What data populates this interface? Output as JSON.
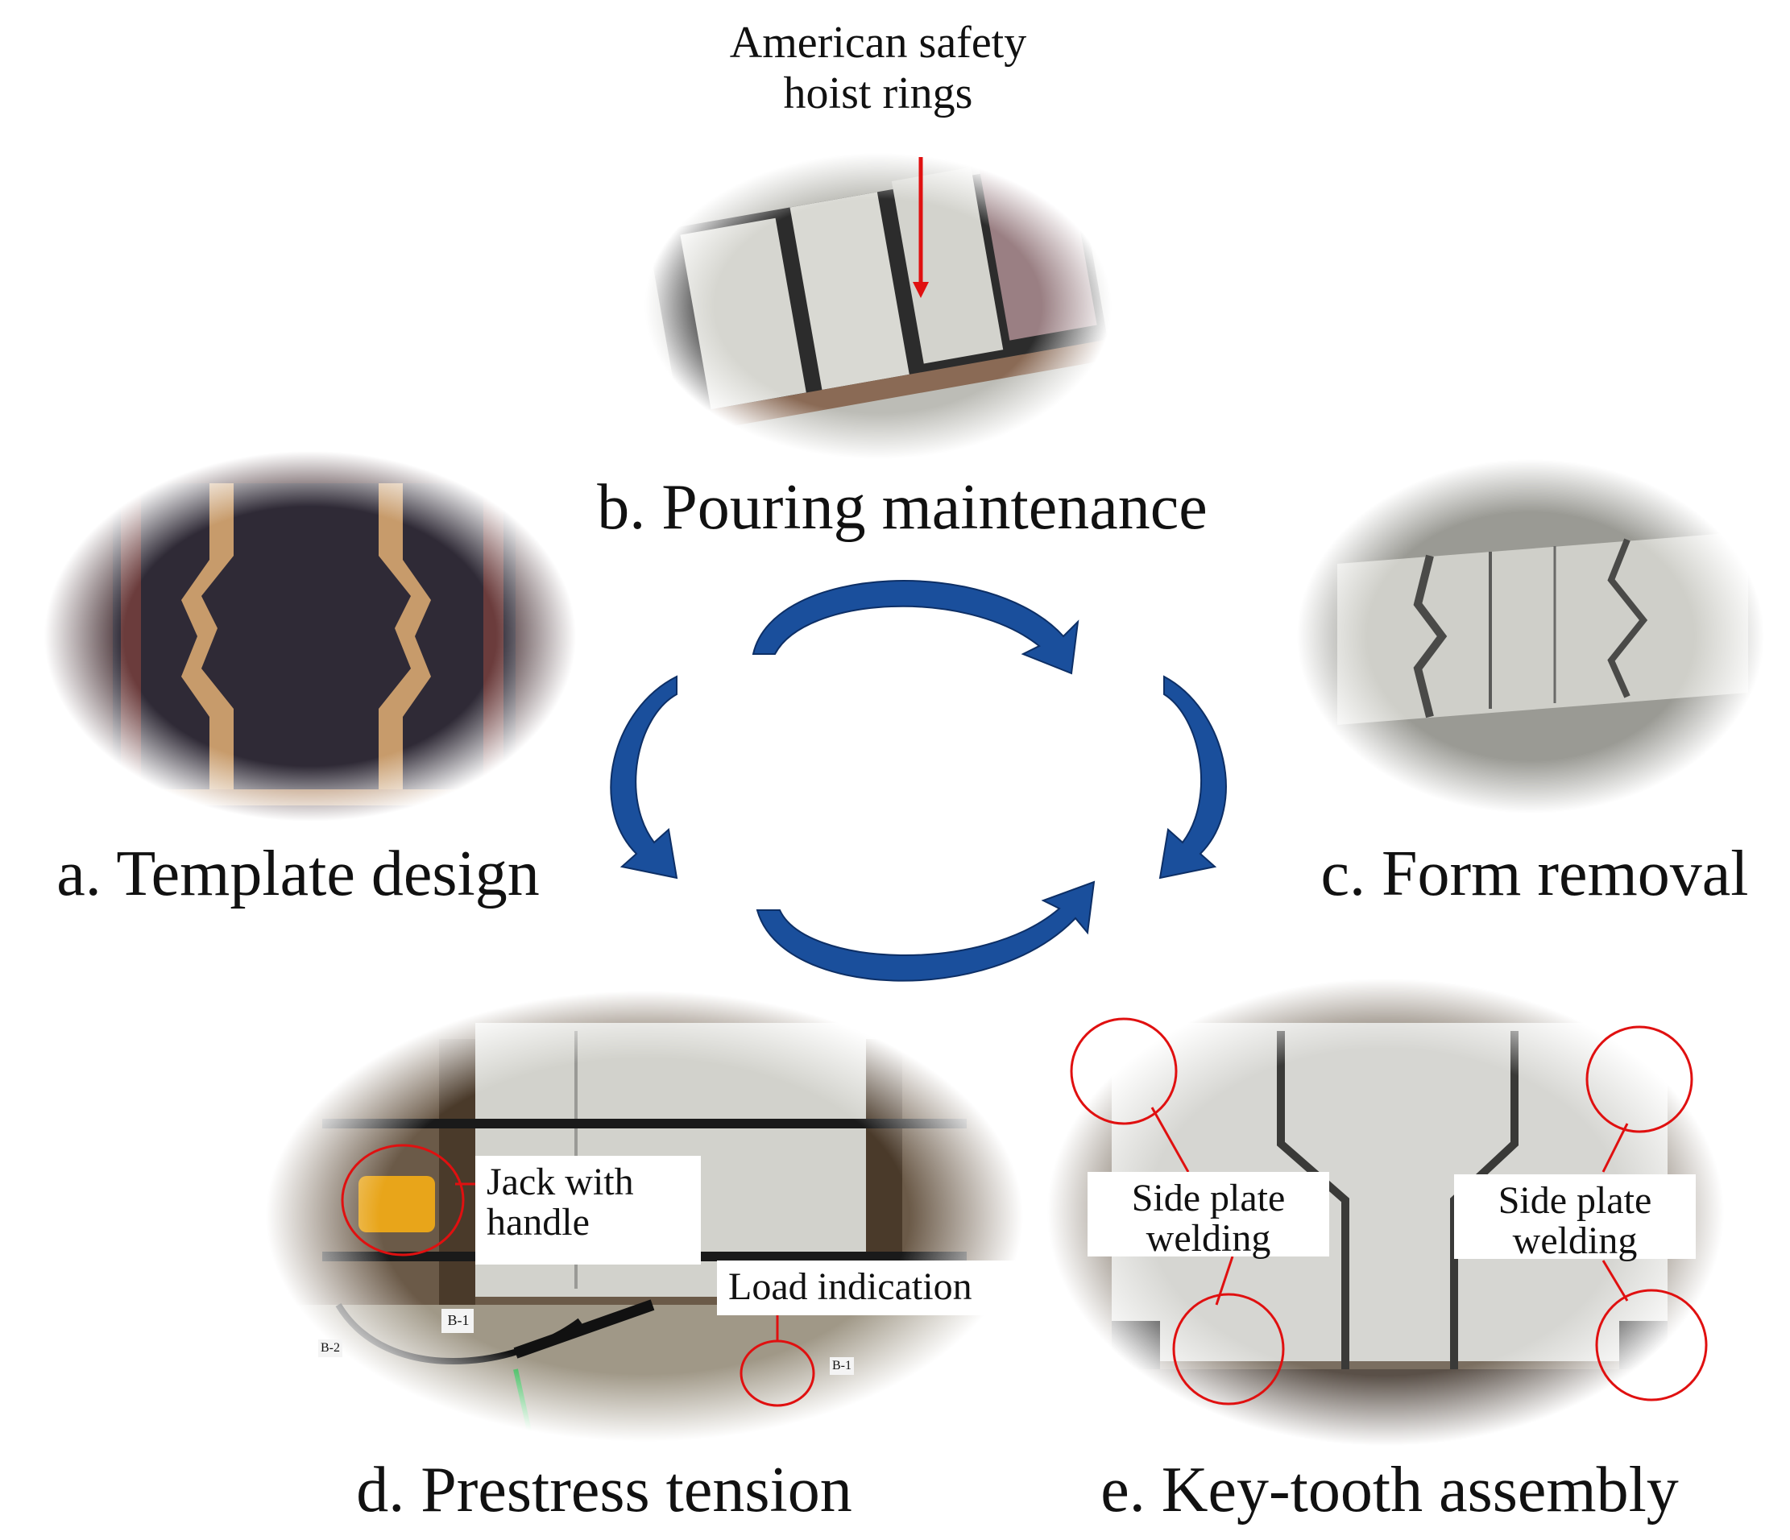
{
  "steps": {
    "a": {
      "label": "a. Template design"
    },
    "b": {
      "label": "b. Pouring maintenance",
      "callout_line1": "American safety",
      "callout_line2": "hoist rings"
    },
    "c": {
      "label": "c. Form removal"
    },
    "d": {
      "label": "d. Prestress tension",
      "callout_jack_line1": "Jack with",
      "callout_jack_line2": "handle",
      "callout_load": "Load indication"
    },
    "e": {
      "label": "e. Key-tooth assembly",
      "callout_left_line1": "Side plate",
      "callout_left_line2": "welding",
      "callout_right_line1": "Side plate",
      "callout_right_line2": "welding"
    }
  },
  "photo_marks": {
    "d_left": "B-2",
    "d_mid": "B-1",
    "d_right": "B-1"
  },
  "colors": {
    "arrow": "#1a4f9c",
    "arrow_edge": "#0d2f66",
    "callout": "#e01010",
    "concrete": "#c9c9c5",
    "formwork": "#3a2a2e"
  }
}
